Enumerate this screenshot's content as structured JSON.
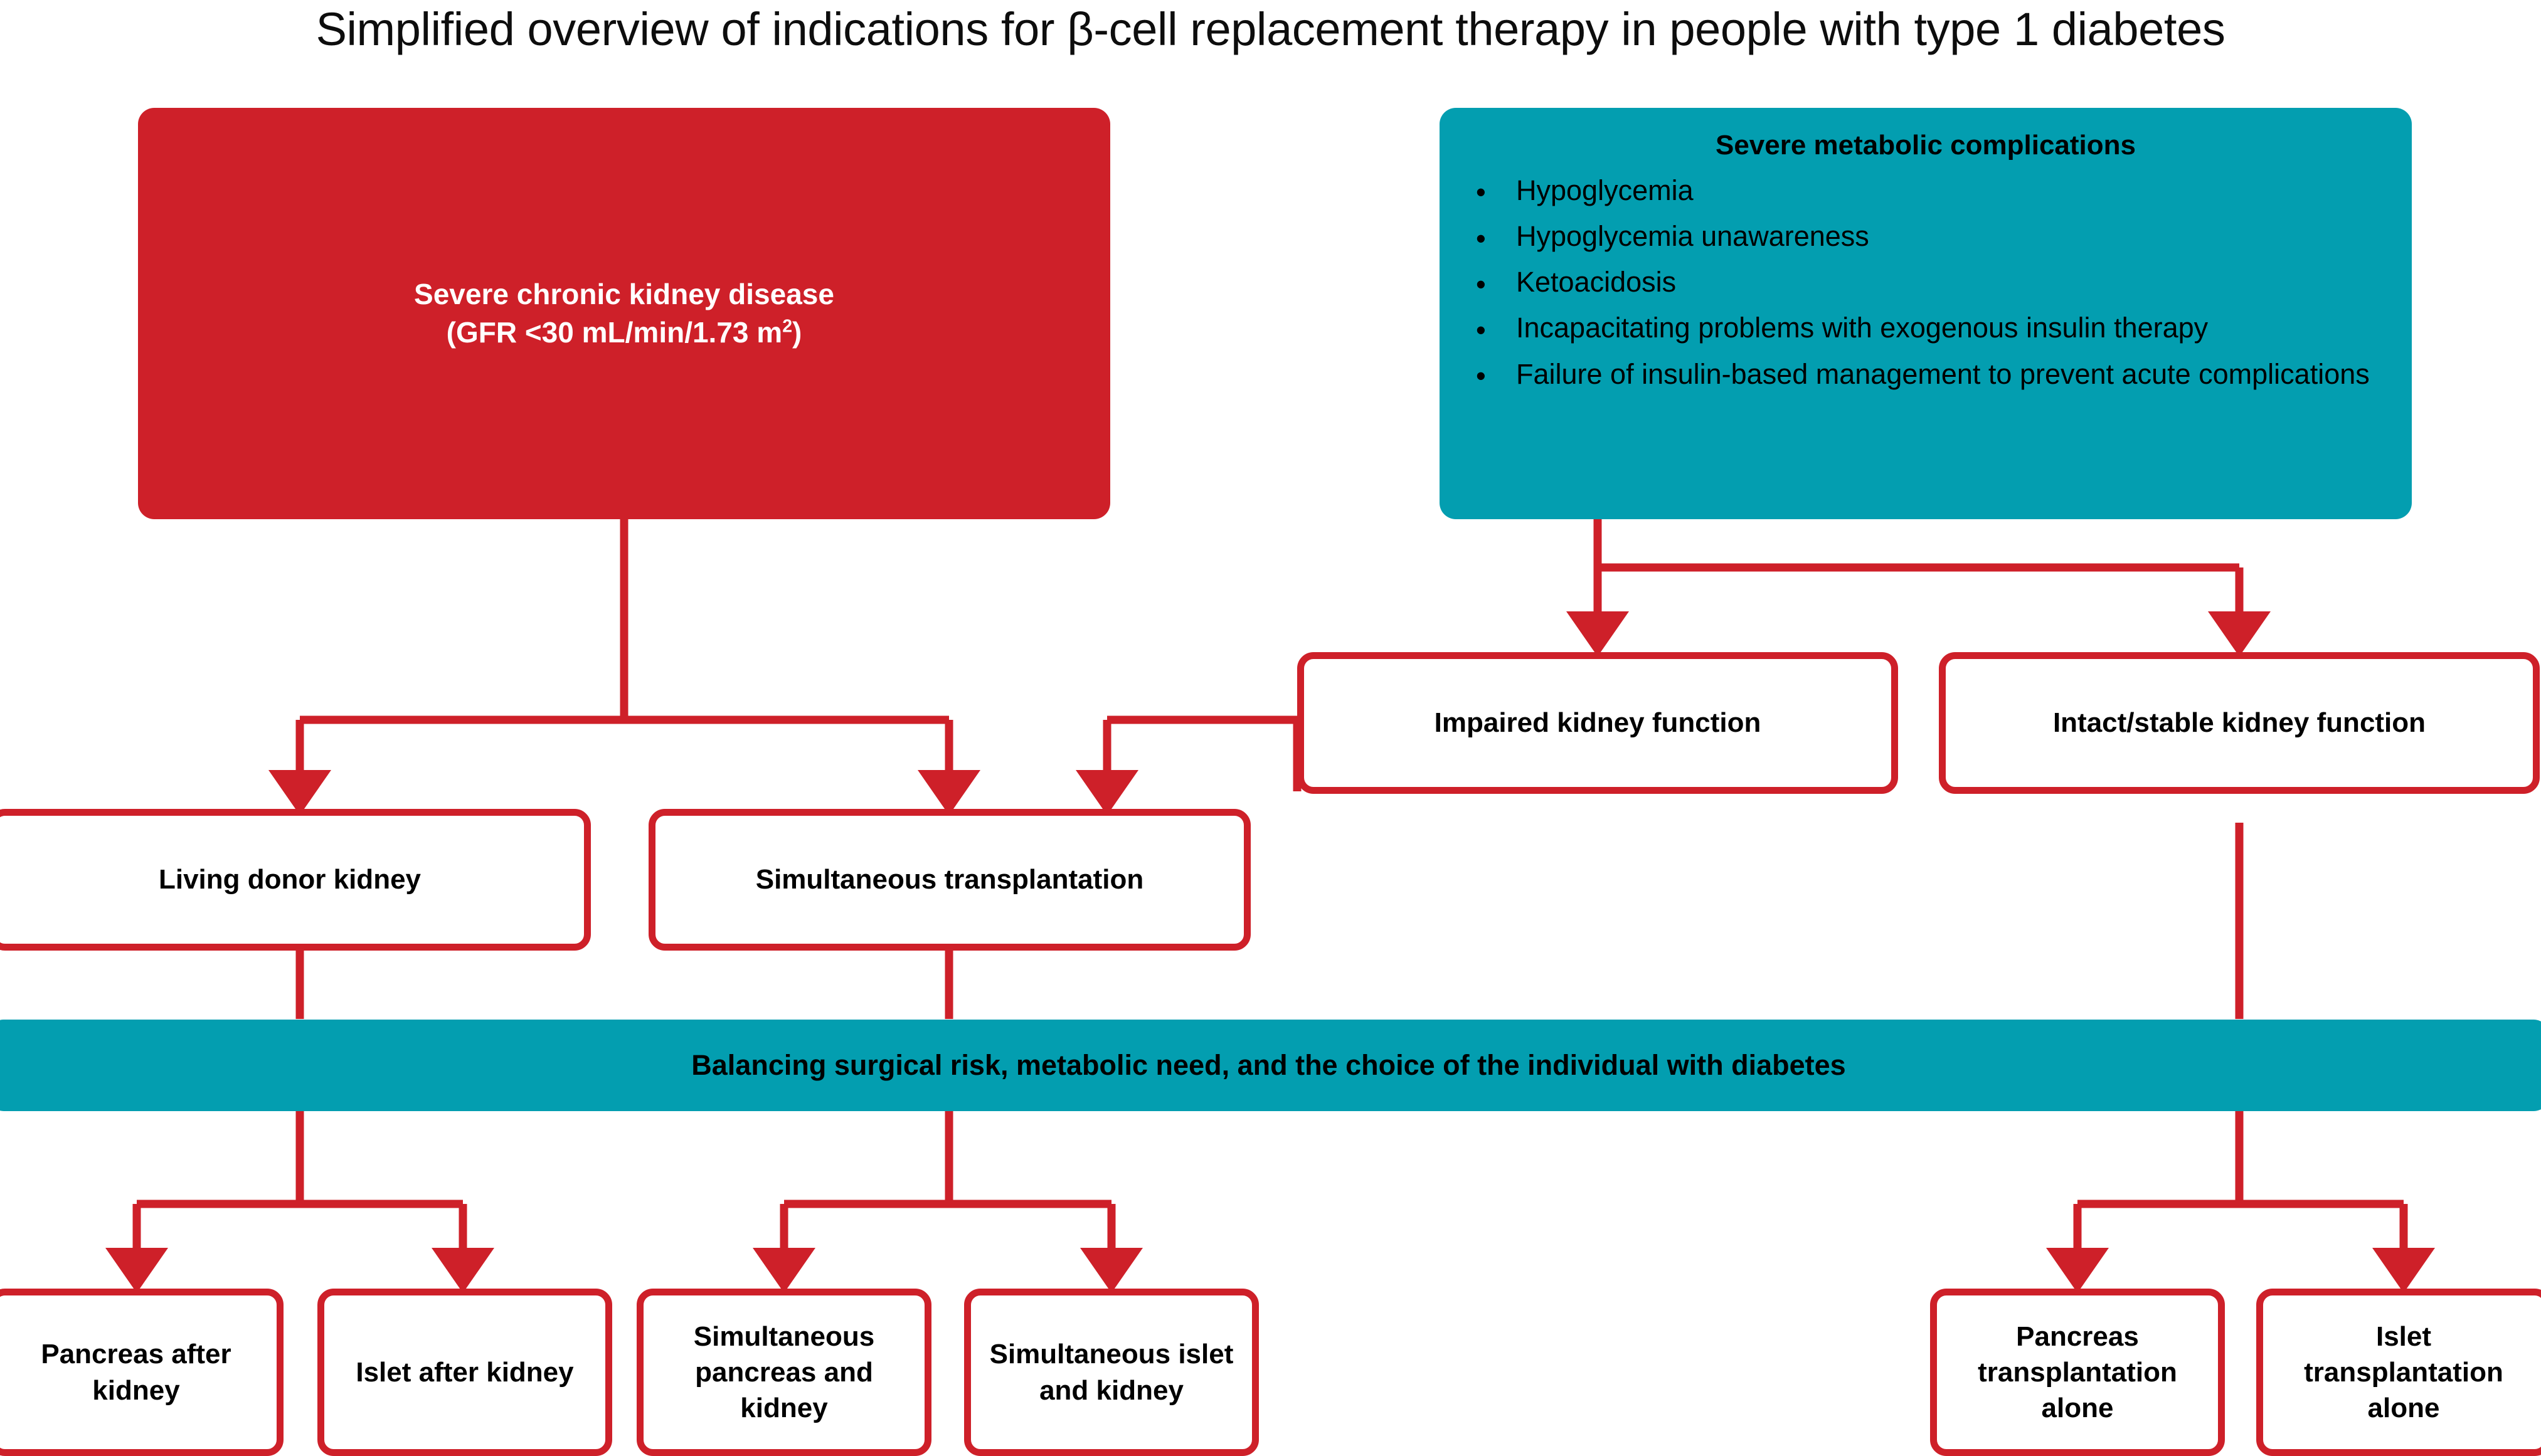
{
  "title": "Simplified overview of indications for β-cell replacement therapy in people with type 1 diabetes",
  "colors": {
    "red": "#CE2029",
    "teal": "#039EB0",
    "white": "#FFFFFF",
    "text": "#000000"
  },
  "nodes": {
    "ckd": {
      "line1": "Severe chronic kidney disease",
      "line2_pre": "(GFR <30 mL/min/1.73 m",
      "line2_sup": "2",
      "line2_post": ")"
    },
    "complications": {
      "title": "Severe metabolic complications",
      "bullet_glyph": "•",
      "items": [
        "Hypoglycemia",
        "Hypoglycemia unawareness",
        "Ketoacidosis",
        "Incapacitating problems with exogenous insulin therapy",
        "Failure of insulin-based management to prevent acute complications"
      ]
    },
    "impaired_kidney": "Impaired kidney function",
    "intact_kidney": "Intact/stable kidney function",
    "living_donor": "Living donor kidney",
    "simultaneous_transplantation": "Simultaneous transplantation",
    "balancing_banner": "Balancing surgical risk, metabolic need, and the choice of the individual with diabetes",
    "pancreas_after_kidney": "Pancreas after kidney",
    "islet_after_kidney": "Islet after kidney",
    "simultaneous_pancreas_kidney": "Simultaneous pancreas and kidney",
    "simultaneous_islet_kidney": "Simultaneous islet and kidney",
    "pancreas_alone": "Pancreas transplantation alone",
    "islet_alone": "Islet transplantation alone"
  }
}
